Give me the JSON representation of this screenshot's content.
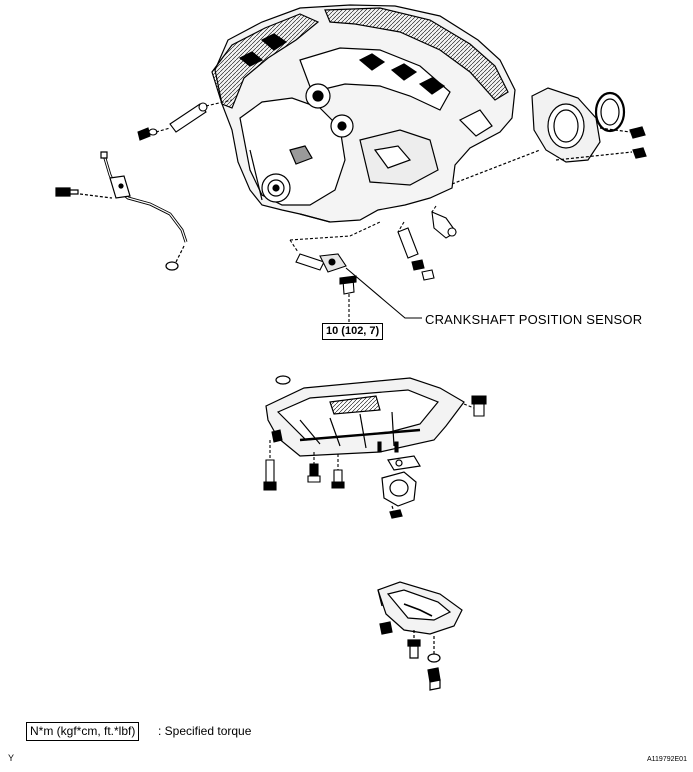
{
  "labels": {
    "torque_value": "10 (102, 7)",
    "sensor_name": "CRANKSHAFT POSITION SENSOR"
  },
  "legend": {
    "unit_box": "N*m (kgf*cm, ft.*lbf)",
    "description": ": Specified torque"
  },
  "footer": {
    "left_mark": "Y",
    "figure_id": "A119792E01"
  },
  "colors": {
    "ink": "#000000",
    "paper": "#ffffff",
    "shade": "#9a9a9a"
  }
}
